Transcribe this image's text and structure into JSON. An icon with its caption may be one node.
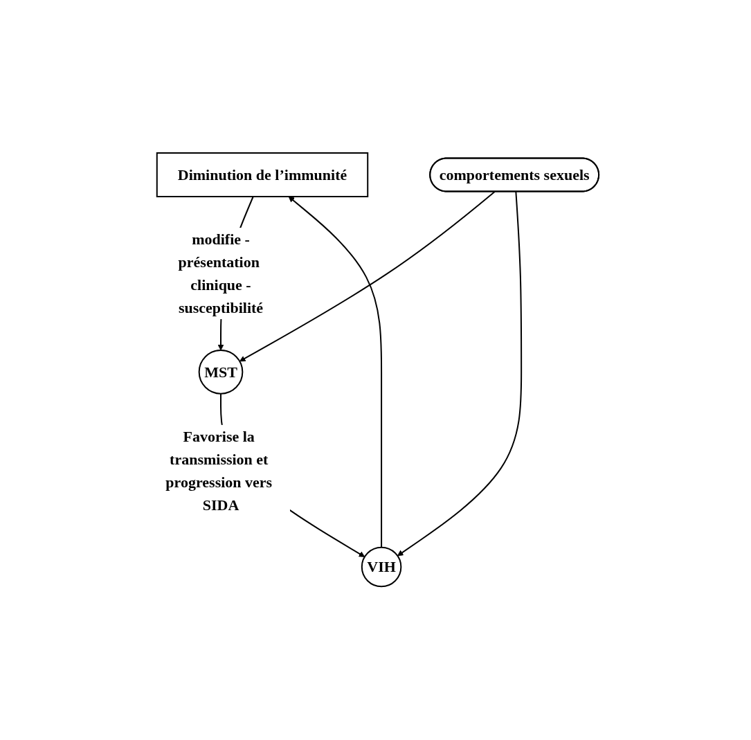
{
  "diagram": {
    "nodes": [
      {
        "text": [
          "Diminution de l’immunité"
        ]
      },
      {
        "text": [
          "MST"
        ]
      },
      {
        "text": [
          "VIH"
        ]
      },
      {
        "text": [
          "comportements sexuels"
        ]
      }
    ],
    "edges": [
      {
        "from": 0,
        "to": 1,
        "arrow": "to",
        "label": "modifie -présentation clinique -susceptibilité"
      },
      {
        "from": 1,
        "to": 2,
        "arrow": "to",
        "label": "Favorise la transmission et progression vers SIDA"
      },
      {
        "from": 2,
        "to": 0,
        "arrow": "to"
      },
      {
        "from": 3,
        "to": 1,
        "arrow": "to"
      },
      {
        "from": 3,
        "to": 2,
        "arrow": "to"
      }
    ]
  }
}
